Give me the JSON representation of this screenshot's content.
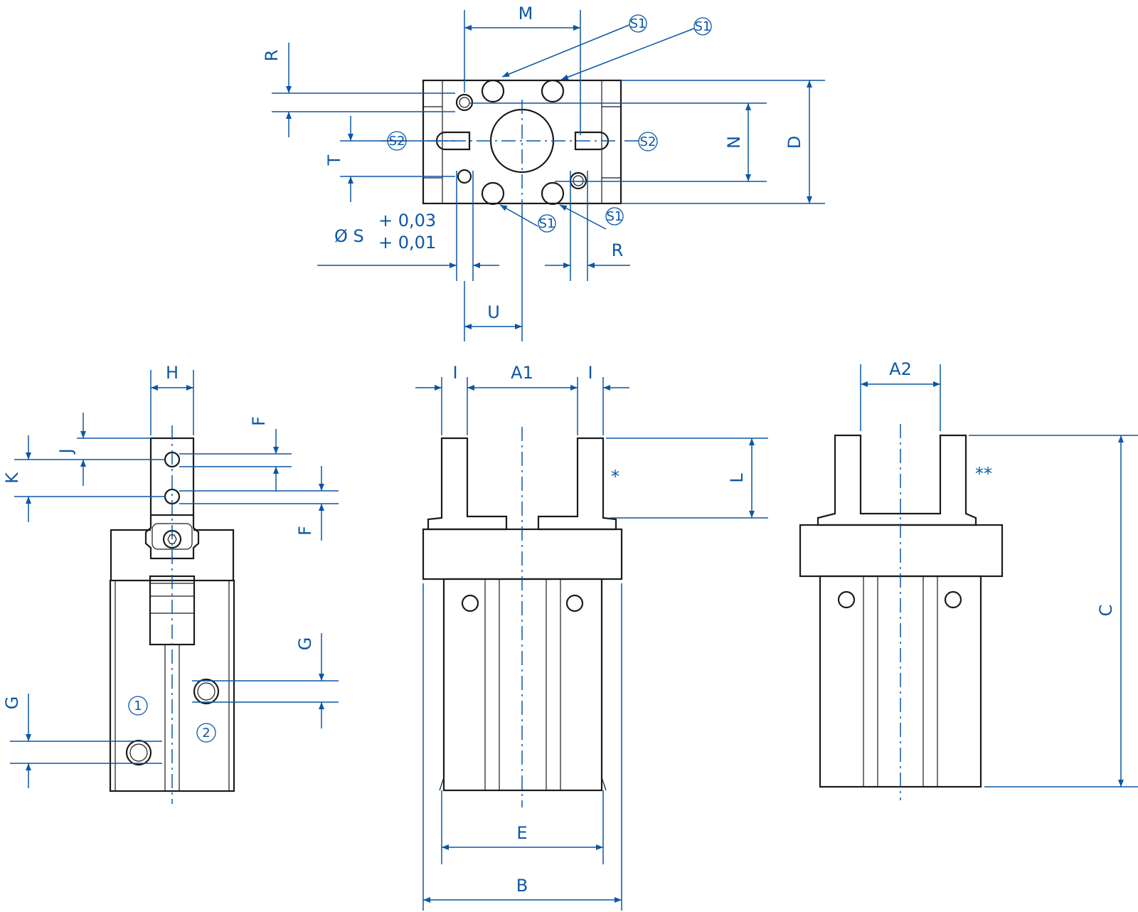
{
  "colors": {
    "dimension": "#0b57a4",
    "part": "#1b1b1b",
    "background": "#ffffff"
  },
  "labels": {
    "M": "M",
    "R": "R",
    "T": "T",
    "N": "N",
    "D": "D",
    "phi_S": "Ø S",
    "tol_upper": "+ 0,03",
    "tol_lower": "+ 0,01",
    "U": "U",
    "H": "H",
    "J": "J",
    "K": "K",
    "F": "F",
    "G": "G",
    "I": "I",
    "A1": "A1",
    "A2": "A2",
    "L": "L",
    "C": "C",
    "E": "E",
    "B": "B",
    "star1": "*",
    "star2": "**"
  },
  "callouts": {
    "S1": "S1",
    "S2": "S2",
    "port1": "1",
    "port2": "2"
  }
}
